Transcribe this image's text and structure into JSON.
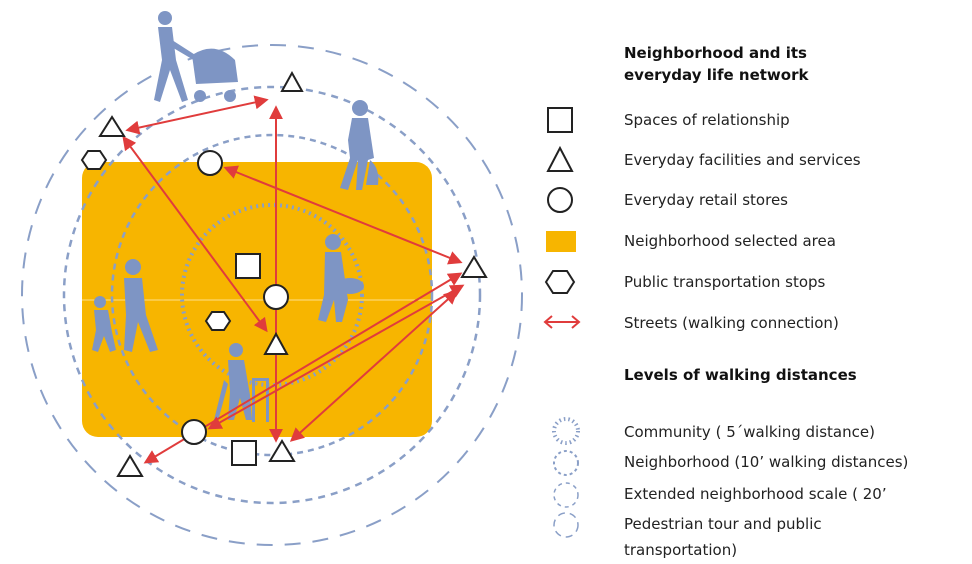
{
  "legend": {
    "network_title_line1": "Neighborhood and its",
    "network_title_line2": "everyday life network",
    "items": [
      {
        "symbol": "square-icon",
        "label": "Spaces of relationship"
      },
      {
        "symbol": "triangle-icon",
        "label": "Everyday facilities and services"
      },
      {
        "symbol": "circle-icon",
        "label": "Everyday retail stores"
      },
      {
        "symbol": "yellow-area-icon",
        "label": "Neighborhood selected area"
      },
      {
        "symbol": "hexagon-icon",
        "label": "Public transportation stops"
      },
      {
        "symbol": "double-arrow-icon",
        "label": "Streets (walking connection)"
      }
    ],
    "distances_title": "Levels of walking distances",
    "distances": [
      {
        "symbol": "dotted-ring-icon",
        "label": "Community ( 5´walking distance)"
      },
      {
        "symbol": "short-dash-ring-icon",
        "label": "Neighborhood (10’ walking distances)"
      },
      {
        "symbol": "medium-dash-ring-icon",
        "label": "Extended neighborhood scale  ( 20’"
      },
      {
        "symbol": "long-dash-ring-icon",
        "label": "Pedestrian tour and  public"
      }
    ],
    "distances_last_line": "transportation)"
  },
  "colors": {
    "area": "#F7B500",
    "ring": "#8A9FC7",
    "arrow": "#E03C3C",
    "figure": "#7E95C4"
  }
}
